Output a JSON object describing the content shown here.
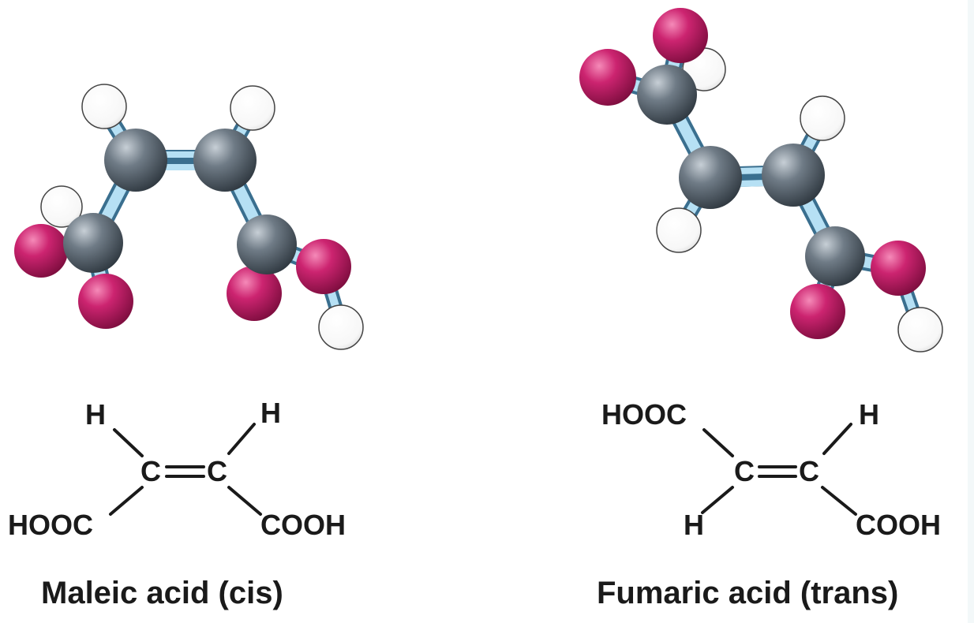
{
  "molecules": [
    {
      "atoms": {
        "top_left": "H",
        "top_right": "H",
        "c_left": "C",
        "c_right": "C",
        "bottom_left": "HOOC",
        "bottom_right": "COOH"
      },
      "caption": "Maleic acid (cis)"
    },
    {
      "atoms": {
        "top_left": "HOOC",
        "top_right": "H",
        "c_left": "C",
        "c_right": "C",
        "bottom_left": "H",
        "bottom_right": "COOH"
      },
      "caption": "Fumaric acid (trans)"
    }
  ],
  "colors": {
    "carbon": "#5b6670",
    "oxygen": "#c51f6a",
    "hydrogen": "#ffffff",
    "bond": "#a8d8f0",
    "text": "#1a1a1a"
  }
}
